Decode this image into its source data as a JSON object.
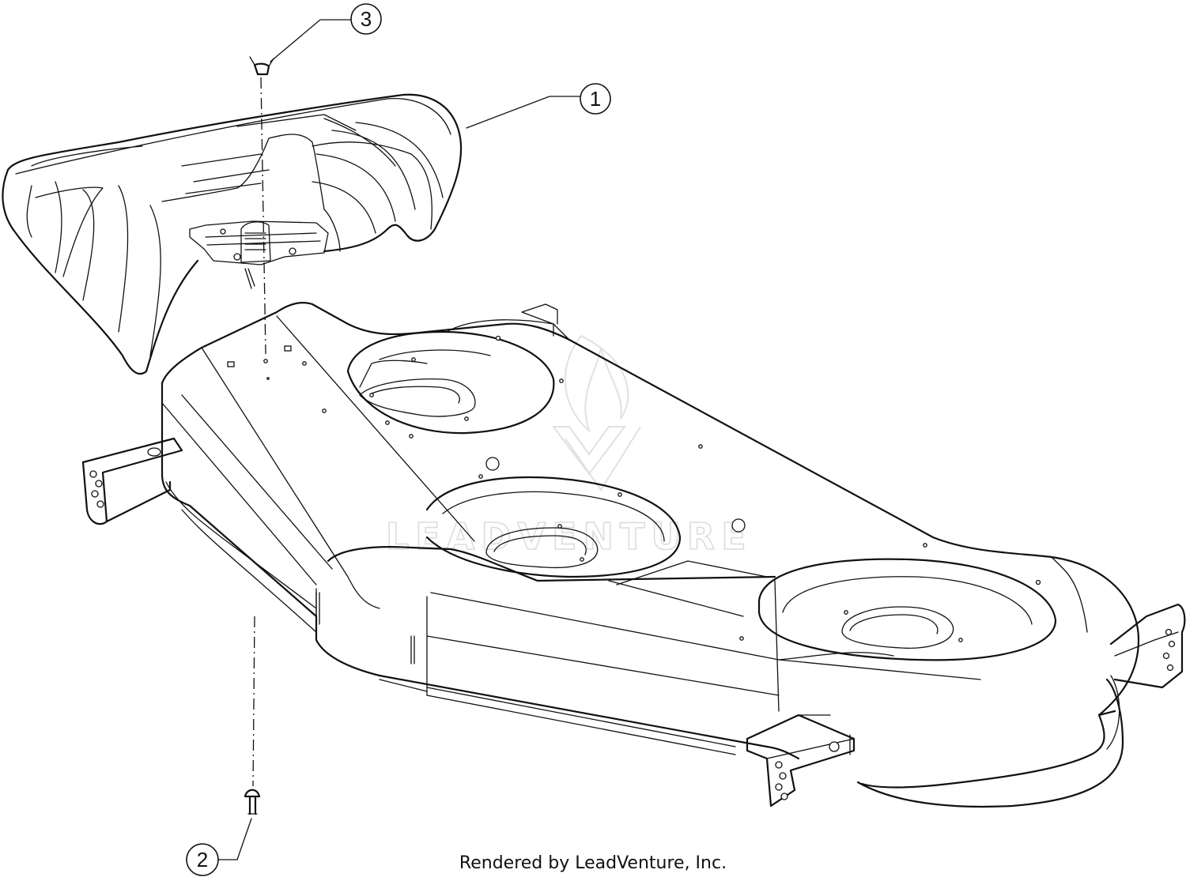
{
  "callouts": [
    {
      "number": "1"
    },
    {
      "number": "2"
    },
    {
      "number": "3"
    }
  ],
  "watermark": {
    "text": "LEADVENTURE"
  },
  "footer": {
    "text": "Rendered by LeadVenture, Inc."
  }
}
